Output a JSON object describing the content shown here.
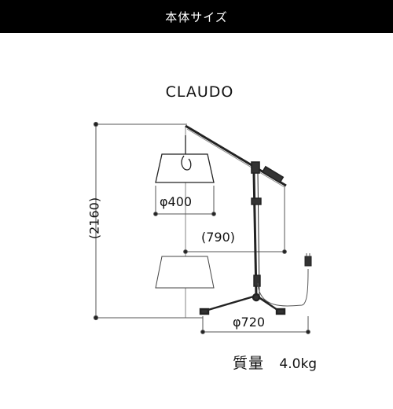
{
  "header": {
    "title": "本体サイズ"
  },
  "product": {
    "name": "CLAUDO"
  },
  "dimensions": {
    "height": "(2160)",
    "shade_diameter": "φ400",
    "arm_reach": "(790)",
    "base_diameter": "φ720"
  },
  "weight": {
    "label": "質量",
    "value": "4.0kg"
  },
  "colors": {
    "header_bg": "#000000",
    "header_text": "#ffffff",
    "line": "#222222",
    "dim_line": "#555555"
  }
}
